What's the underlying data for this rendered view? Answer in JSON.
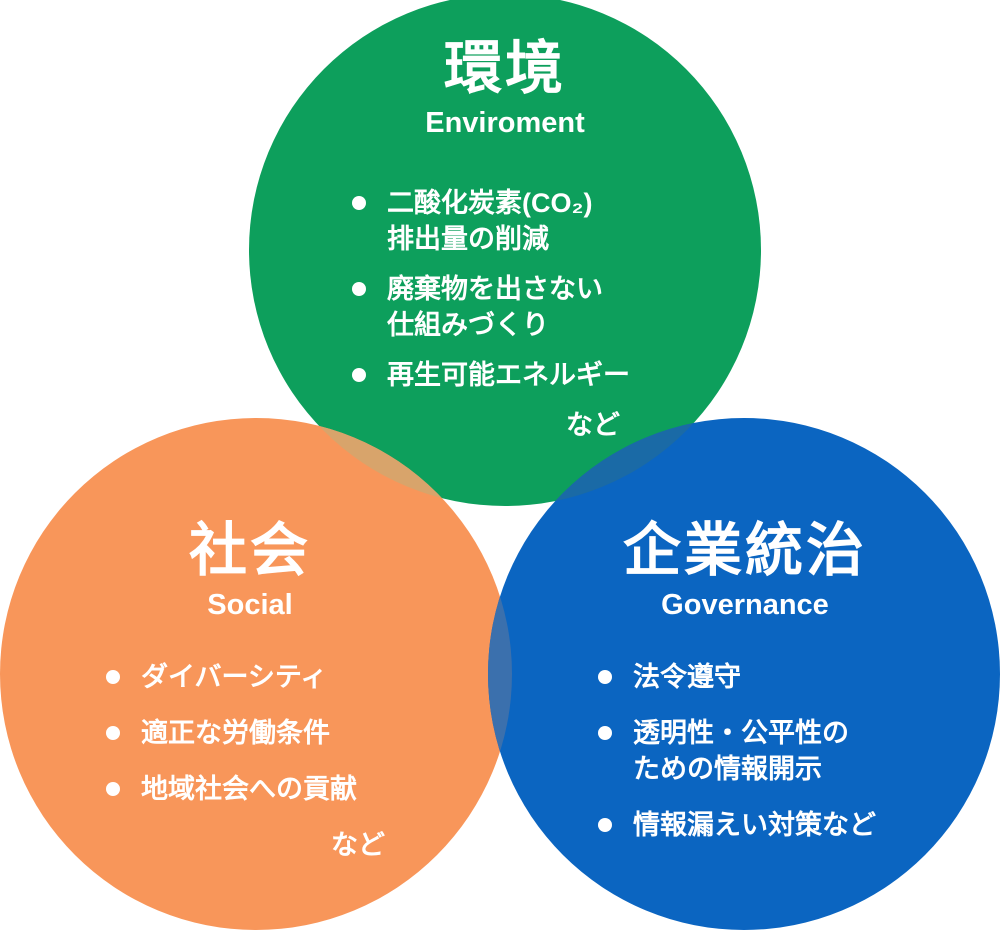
{
  "colors": {
    "environment": "#0d9f5c",
    "social": "#f8965a",
    "governance": "#0b65c1",
    "env_social_overlap": "#d8a46b",
    "env_gov_overlap": "#1a6aa6",
    "social_gov_overlap": "#3b70ad",
    "text": "#ffffff"
  },
  "environment": {
    "title_ja": "環境",
    "title_en": "Enviroment",
    "items": [
      [
        "二酸化炭素(CO₂)",
        "排出量の削減"
      ],
      [
        "廃棄物を出さない",
        "仕組みづくり"
      ],
      [
        "再生可能エネルギー"
      ]
    ],
    "etc": "など"
  },
  "social": {
    "title_ja": "社会",
    "title_en": "Social",
    "items": [
      [
        "ダイバーシティ"
      ],
      [
        "適正な労働条件"
      ],
      [
        "地域社会への貢献"
      ]
    ],
    "etc": "など"
  },
  "governance": {
    "title_ja": "企業統治",
    "title_en": "Governance",
    "items": [
      [
        "法令遵守"
      ],
      [
        "透明性・公平性の",
        "ための情報開示"
      ],
      [
        "情報漏えい対策など"
      ]
    ]
  }
}
